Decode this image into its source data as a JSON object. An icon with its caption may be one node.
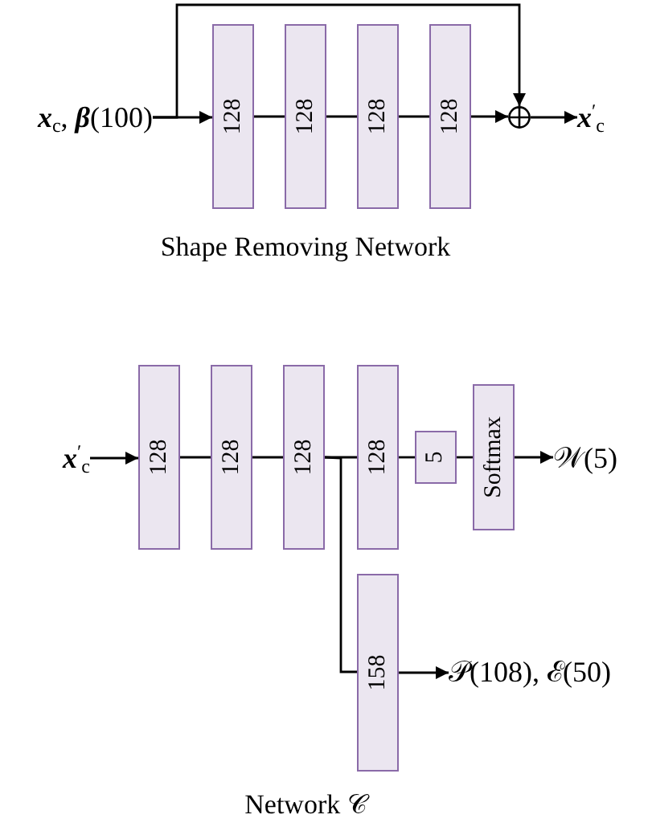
{
  "diagram": {
    "nodes": [
      {
        "text": [
          "**x**$_{c}$, **β**(100)"
        ]
      },
      {
        "text": [
          "128"
        ]
      },
      {
        "text": [
          "128"
        ]
      },
      {
        "text": [
          "128"
        ]
      },
      {
        "text": [
          "128"
        ]
      },
      {
        "text": [],
        "shape": "circle"
      },
      {
        "text": [
          "**x**$^{′}$$_{c}$"
        ]
      },
      {
        "text": [
          "**x**$^{′}$$_{c}$"
        ]
      },
      {
        "text": [
          "128"
        ]
      },
      {
        "text": [
          "128"
        ]
      },
      {
        "text": [
          "128"
        ]
      },
      {
        "text": [
          "128"
        ]
      },
      {
        "text": [
          "5"
        ]
      },
      {
        "text": [
          "Softmax"
        ]
      },
      {
        "text": [
          "𝒲(5)"
        ]
      },
      {
        "text": [
          "158"
        ]
      },
      {
        "text": [
          "𝒫(108), ℰ(50)"
        ]
      }
    ],
    "edges": [
      {
        "from": 0,
        "to": 1,
        "arrow": "to"
      },
      {
        "from": 1,
        "to": 2,
        "arrow": "none"
      },
      {
        "from": 2,
        "to": 3,
        "arrow": "none"
      },
      {
        "from": 3,
        "to": 4,
        "arrow": "none"
      },
      {
        "from": 4,
        "to": 5,
        "arrow": "to"
      },
      {
        "from": 0,
        "to": 5,
        "arrow": "to"
      },
      {
        "from": 5,
        "to": 6,
        "arrow": "to"
      },
      {
        "from": 7,
        "to": 8,
        "arrow": "to"
      },
      {
        "from": 8,
        "to": 9,
        "arrow": "none"
      },
      {
        "from": 9,
        "to": 10,
        "arrow": "none"
      },
      {
        "from": 10,
        "to": 11,
        "arrow": "none"
      },
      {
        "from": 10,
        "to": 15,
        "arrow": "none"
      },
      {
        "from": 11,
        "to": 12,
        "arrow": "none"
      },
      {
        "from": 12,
        "to": 13,
        "arrow": "none"
      },
      {
        "from": 13,
        "to": 14,
        "arrow": "to"
      },
      {
        "from": 15,
        "to": 16,
        "arrow": "to"
      }
    ],
    "labels": [
      "Shape Removing Network",
      "Network 𝒞"
    ]
  }
}
